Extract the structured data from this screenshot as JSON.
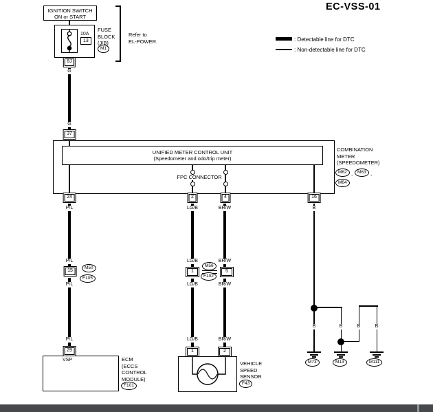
{
  "title": "EC-VSS-01",
  "legend": {
    "detectable": ": Detectable line for DTC",
    "non_detectable": ": Non-detectable line for DTC"
  },
  "colors": {
    "line": "#000000",
    "background": "#ffffff",
    "bottom_bar": "#46484b",
    "bottom_bar_accent": "#8f9498"
  },
  "ignition_switch": {
    "line1": "IGNITION SWITCH",
    "line2": "ON or START"
  },
  "fuse_block": {
    "rating": "10A",
    "fuse_number": "13",
    "name1": "FUSE",
    "name2": "BLOCK",
    "name3": "(J/B)",
    "connector": "M1",
    "refer1": "Refer to",
    "refer2": "EL-POWER.",
    "terminal": "8J"
  },
  "wires": {
    "ignition_feed": "G",
    "ecm_signal": "P/L",
    "sensor_a": "LG/B",
    "sensor_b": "BR/W",
    "ground": "B"
  },
  "combination_meter": {
    "pin_in": "37",
    "unit1": "UNIFIED METER CONTROL UNIT",
    "unit2": "(Speedometer and odo/trip meter)",
    "fpc": "FPC CONNECTOR",
    "pin_ecm": "24",
    "pin_sensor_a": "2",
    "pin_sensor_b": "4",
    "pin_ground": "16",
    "name1": "COMBINATION",
    "name2": "METER",
    "name3": "(SPEEDOMETER)",
    "conn1": "M62",
    "conn2": "M63",
    "conn3": "M64",
    "sep": ","
  },
  "harness_junction_left": {
    "pin": "15",
    "top": "M50",
    "bottom": "F105"
  },
  "harness_junction_mid": {
    "pin_a": "1",
    "pin_b": "5",
    "top": "M56",
    "bottom": "F102"
  },
  "ecm": {
    "pin": "29",
    "terminal": "VSP",
    "name1": "ECM",
    "name2": "(ECCS",
    "name3": "CONTROL",
    "name4": "MODULE)",
    "connector": "F101"
  },
  "speed_sensor": {
    "pin1": "1",
    "pin2": "2",
    "name1": "VEHICLE",
    "name2": "SPEED",
    "name3": "SENSOR",
    "connector": "F43"
  },
  "grounds": {
    "g1": "M73",
    "g2": "M13",
    "g3": "M111"
  }
}
